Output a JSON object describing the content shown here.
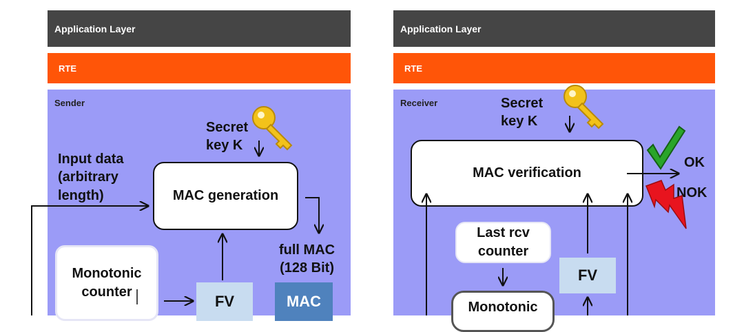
{
  "sender": {
    "app_layer": "Application Layer",
    "rte": "RTE",
    "panel_label": "Sender",
    "secret_line1": "Secret",
    "secret_line2": "key K",
    "input_line1": "Input data",
    "input_line2": "(arbitrary",
    "input_line3": "length)",
    "mac_generation": "MAC generation",
    "full_mac_line1": "full MAC",
    "full_mac_line2": "(128 Bit)",
    "counter_line1": "Monotonic",
    "counter_line2": "counter",
    "fv": "FV",
    "mac": "MAC"
  },
  "receiver": {
    "app_layer": "Application Layer",
    "rte": "RTE",
    "panel_label": "Receiver",
    "secret_line1": "Secret",
    "secret_line2": "key K",
    "mac_verification": "MAC verification",
    "ok": "OK",
    "nok": "NOK",
    "last_rcv_line1": "Last rcv",
    "last_rcv_line2": "counter",
    "fv": "FV",
    "counter_line1": "Monotonic"
  },
  "colors": {
    "app_bar": "#454545",
    "rte_bar": "#ff5508",
    "panel": "#9b9bf7",
    "fv_box": "#c8dcf0",
    "mac_box": "#4f82bd",
    "check": "#2aa52a",
    "lightning": "#e8141e",
    "key": "#f2c21a"
  }
}
